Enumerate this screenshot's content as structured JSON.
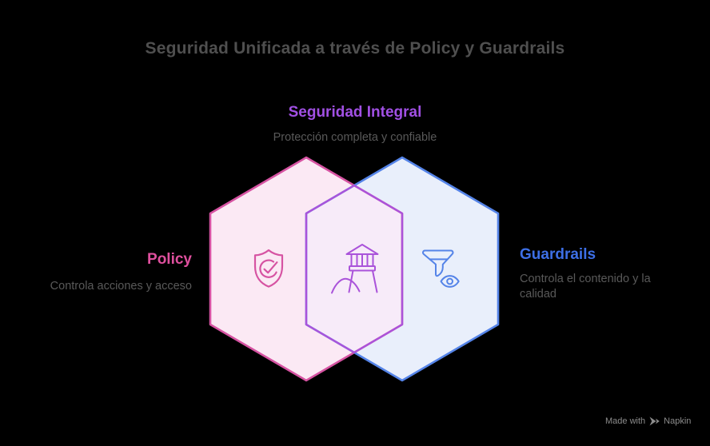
{
  "title": "Seguridad Unificada a través de Policy y Guardrails",
  "center": {
    "label": "Seguridad Integral",
    "description": "Protección completa y confiable"
  },
  "left": {
    "label": "Policy",
    "description": "Controla acciones y acceso",
    "icon": "shield-check-icon"
  },
  "right": {
    "label": "Guardrails",
    "description": "Controla el contenido y la calidad",
    "icon": "filter-eye-icon"
  },
  "overlap": {
    "icon": "lighthouse-icon"
  },
  "watermark": {
    "prefix": "Made with",
    "brand": "Napkin"
  },
  "colors": {
    "background": "#000000",
    "title_text": "#4F4F4F",
    "description_text": "#595959",
    "watermark_text": "#8C8C8C",
    "pink_stroke": "#D653A2",
    "pink_fill": "#FBE9F4",
    "blue_stroke": "#5584E8",
    "blue_fill": "#E9EFFB",
    "purple_stroke": "#AA53DA",
    "overlap_fill": "#F7EBF9",
    "label_pink": "#DF509E",
    "label_blue": "#3D6FE6",
    "label_purple": "#A150E4"
  }
}
